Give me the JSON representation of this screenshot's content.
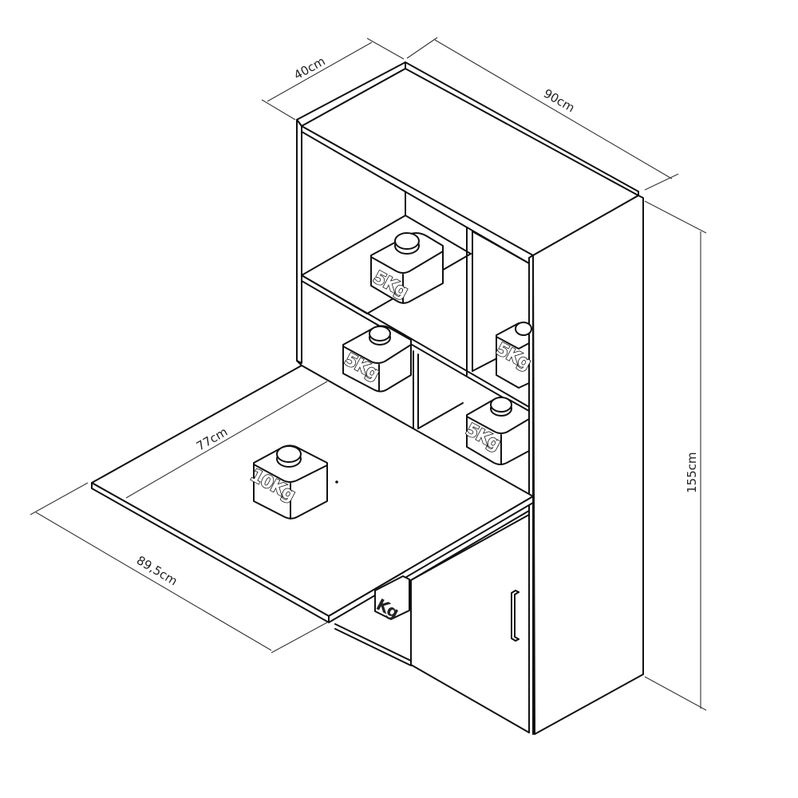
{
  "diagram": {
    "subject": "Wall-mounted fold-down desk cabinet",
    "dimensions": {
      "depth": "40cm",
      "width": "90cm",
      "height": "155cm",
      "desk_depth": "77cm",
      "desk_width": "89,5cm"
    },
    "load_labels": {
      "upper_shelf": "5Kg",
      "middle_left_shelf": "5Kg",
      "middle_right_upper": "5Kg",
      "middle_right_lower": "5Kg",
      "desk_surface": "10Kg",
      "lower_shelf": "Kg"
    },
    "colors": {
      "line": "#111111",
      "background": "#ffffff"
    }
  }
}
